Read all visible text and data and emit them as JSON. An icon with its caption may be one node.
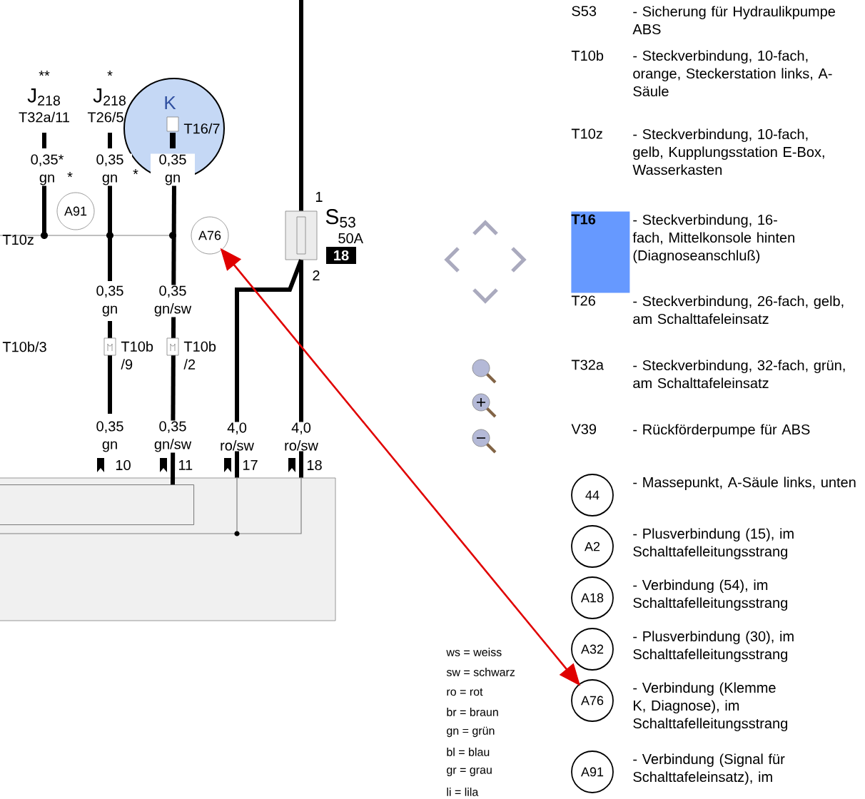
{
  "diagram": {
    "nodes": [
      {
        "text": [
          "K",
          "T16/7"
        ]
      },
      {
        "text": [
          "A91"
        ]
      },
      {
        "text": [
          "A76"
        ]
      },
      {
        "text": [],
        "shape": "box",
        "beside": [
          "1",
          "2",
          "S$_{53}$",
          "50A",
          "18"
        ]
      },
      {
        "text": [],
        "shape": "box"
      },
      {
        "text": [],
        "shape": "box",
        "in": 4
      },
      {
        "text": [
          "T16"
        ],
        "beside": [
          "- Steckverbindung, 16-fach, Mittelkonsole hinten (Diagnoseanschluß)"
        ]
      },
      {
        "text": [
          "44"
        ],
        "beside": [
          "- Massepunkt, A-Säule links, unten"
        ]
      },
      {
        "text": [
          "A2"
        ],
        "beside": [
          "- Plusverbindung (15), im Schalttafelleitungsstrang"
        ]
      },
      {
        "text": [
          "A18"
        ],
        "beside": [
          "- Verbindung (54), im Schalttafelleitungsstrang"
        ]
      },
      {
        "text": [
          "A32"
        ],
        "beside": [
          "- Plusverbindung (30), im Schalttafelleitungsstrang"
        ]
      },
      {
        "text": [
          "A76"
        ],
        "beside": [
          "- Verbindung (Klemme K, Diagnose), im Schalttafelleitungsstrang"
        ]
      },
      {
        "text": [
          "A91"
        ],
        "beside": [
          "- Verbindung (Signal für Schalttafeleinsatz), im"
        ]
      }
    ],
    "edges": [
      {
        "from": null,
        "to": 3,
        "arrow": "none"
      },
      {
        "from": 3,
        "to": 4,
        "arrow": "none"
      },
      {
        "from": 3,
        "to": 4,
        "arrow": "none"
      },
      {
        "from": 0,
        "to": 5,
        "arrow": "none"
      },
      {
        "from": 2,
        "to": 11,
        "arrow": "both",
        "color": "#e00000"
      }
    ],
    "labels": [
      "**",
      "J$_{218}$",
      "T32a/11",
      "*",
      "J$_{218}$",
      "T26/5",
      "0,35* gn",
      "*",
      "0,35 gn",
      "*",
      "0,35 gn",
      "T10z",
      "0,35 gn",
      "0,35 gn/sw",
      "T10b/3",
      "T10b /9",
      "T10b /2",
      "0,35 gn",
      "0,35 gn/sw",
      "4,0 ro/sw",
      "4,0 ro/sw",
      "10",
      "11",
      "17",
      "18",
      "S53",
      "- Sicherung für Hydraulikpumpe ABS",
      "T10b",
      "- Steckverbindung, 10-fach, orange, Steckerstation links, A-Säule",
      "T10z",
      "- Steckverbindung, 10-fach, gelb, Kupplungsstation E-Box, Wasserkasten",
      "T26",
      "- Steckverbindung, 26-fach, gelb, am Schalttafeleinsatz",
      "T32a",
      "- Steckverbindung, 32-fach, grün, am Schalttafeleinsatz",
      "V39",
      "- Rückförderpumpe für ABS",
      "ws = weiss",
      "sw = schwarz",
      "ro = rot",
      "br = braun",
      "gn = grün",
      "bl = blau",
      "gr = grau",
      "li = lila"
    ]
  }
}
